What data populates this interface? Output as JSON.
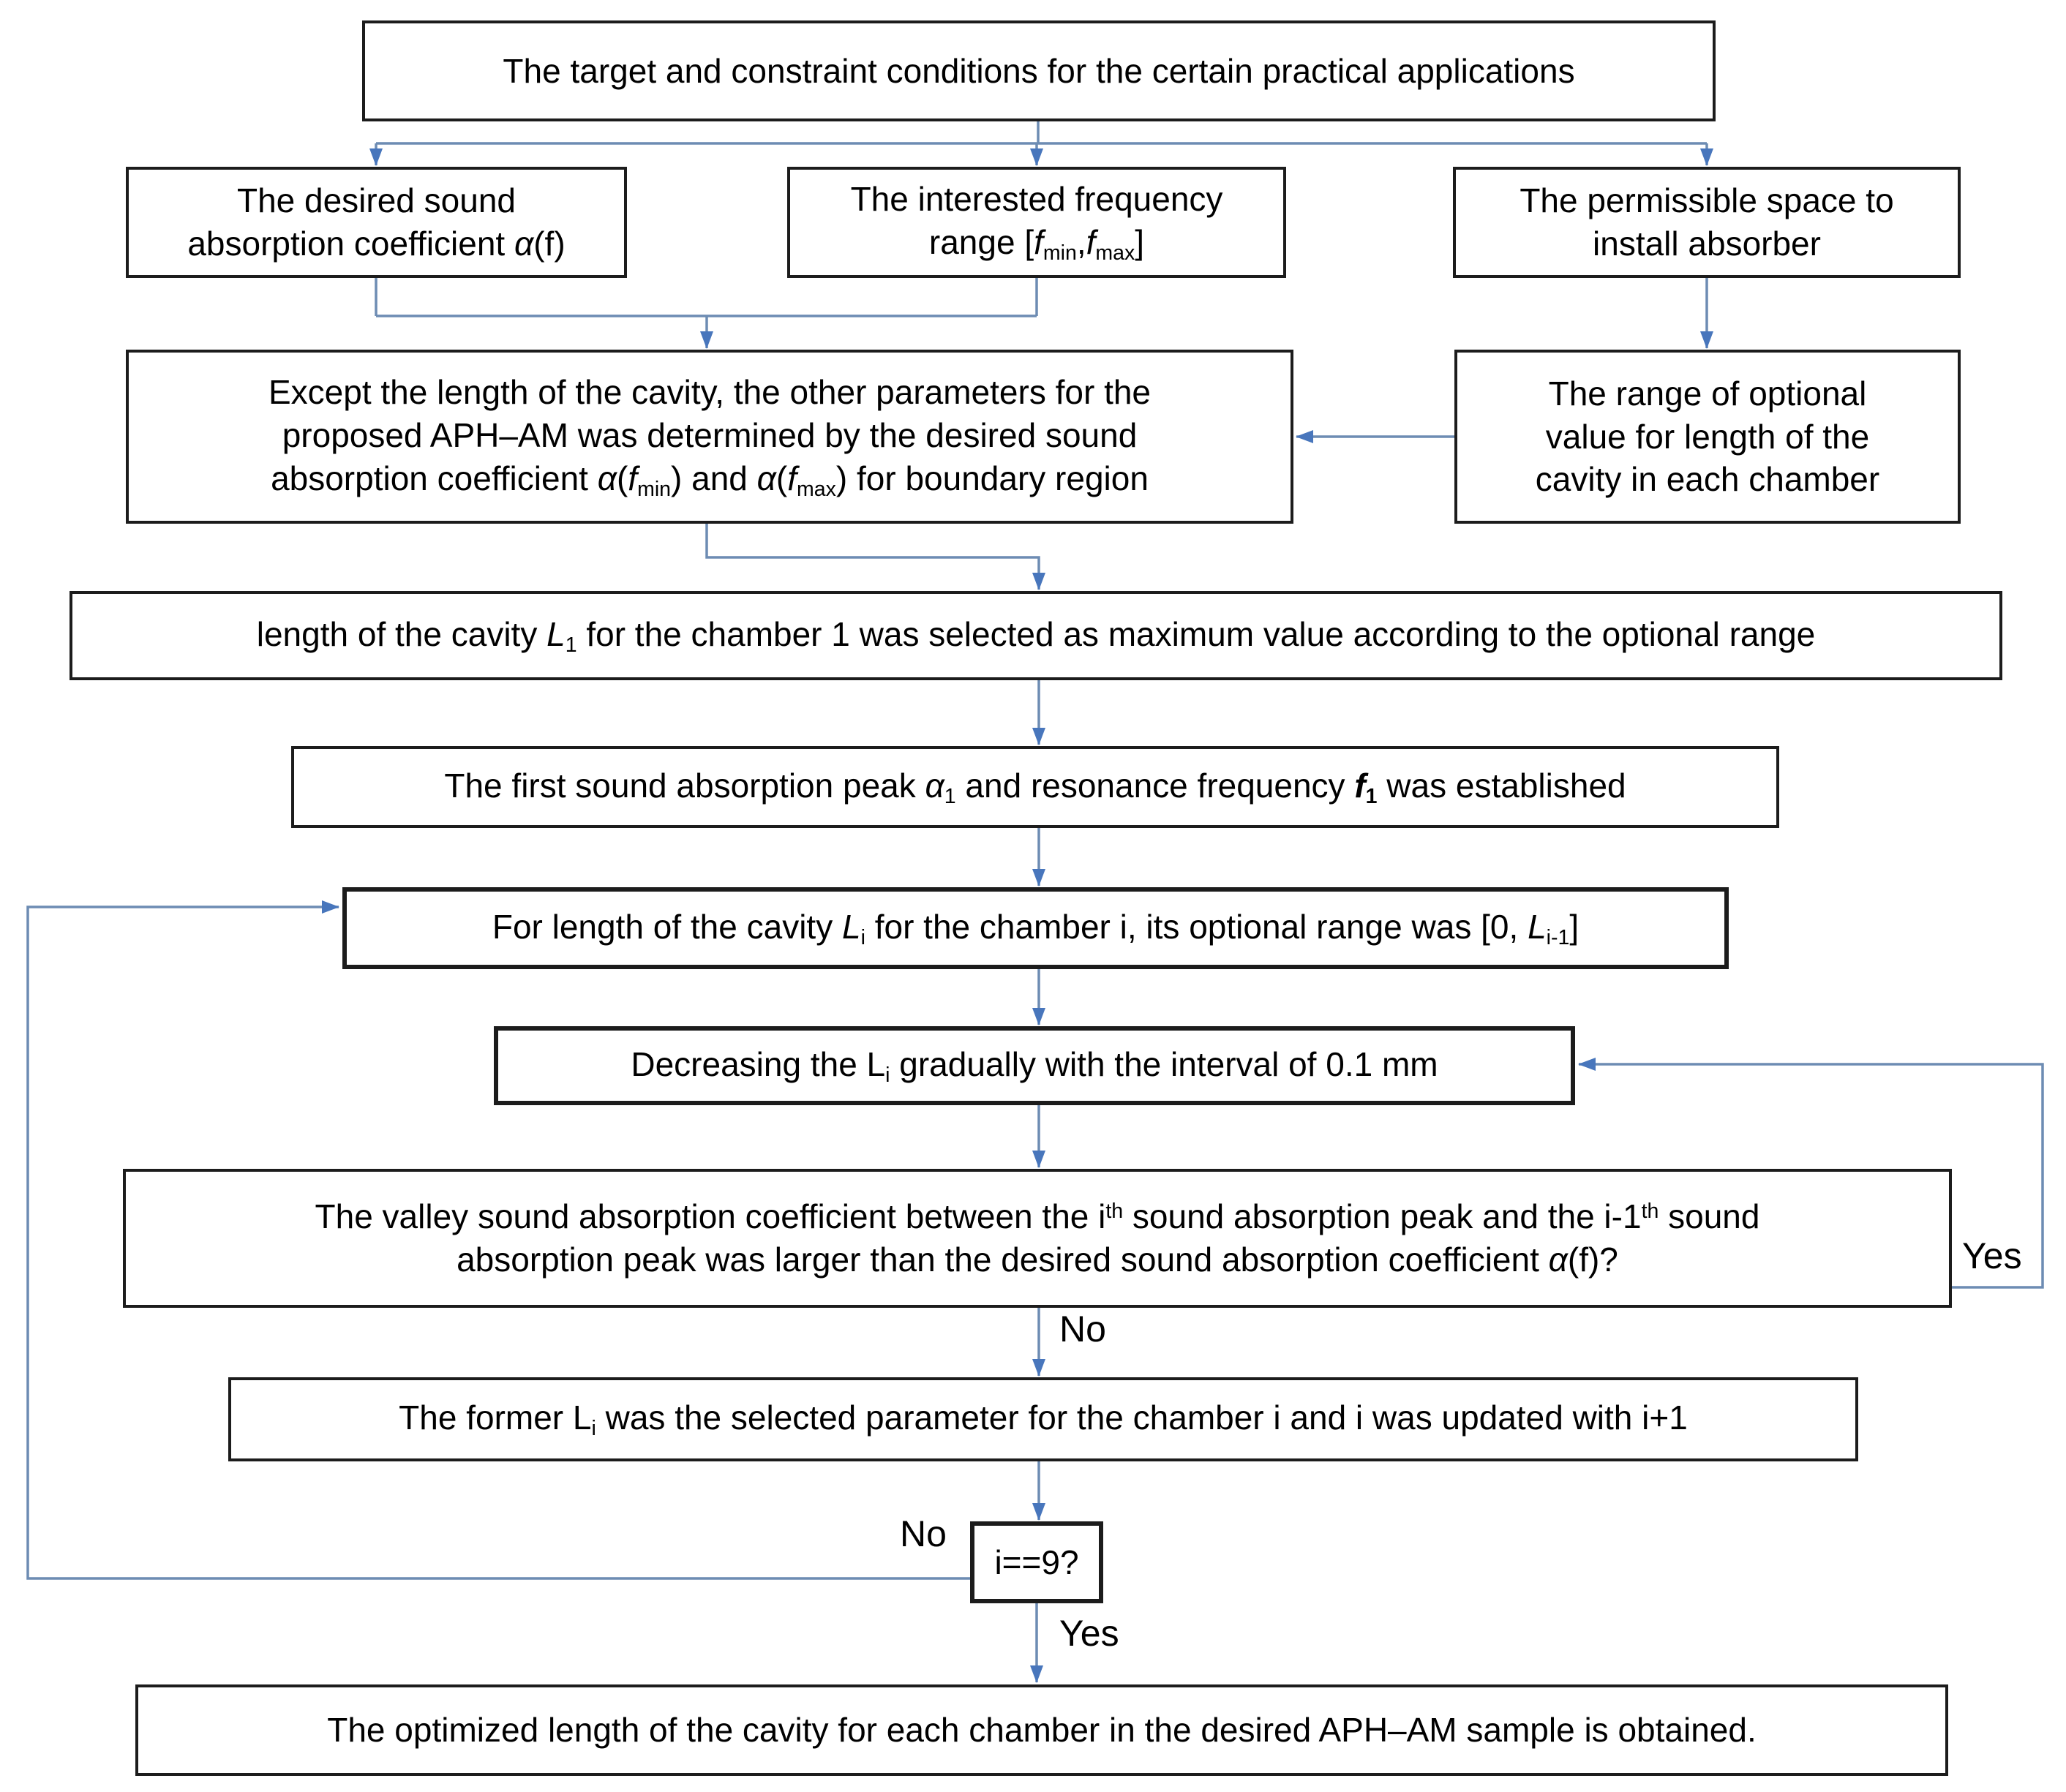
{
  "figure": {
    "type": "flowchart",
    "colors": {
      "box_border": "#1c1c1c",
      "box_fill": "#ffffff",
      "line": "#6d8cb3",
      "arrowhead": "#4876bc",
      "text": "#000000"
    }
  },
  "labels": {
    "yes_loop": "Yes",
    "no_valley": "No",
    "no_i9": "No",
    "yes_i9": "Yes"
  },
  "boxes": {
    "target": {
      "runs": [
        {
          "t": "The target and constraint conditions for the certain practical applications"
        }
      ]
    },
    "desired": {
      "runs": [
        {
          "t": "The desired sound"
        },
        {
          "br": true
        },
        {
          "t": "absorption coefficient "
        },
        {
          "t": "α",
          "s": "i"
        },
        {
          "t": "(f)"
        }
      ]
    },
    "frequency": {
      "runs": [
        {
          "t": "The interested frequency"
        },
        {
          "br": true
        },
        {
          "t": "range ["
        },
        {
          "t": "f",
          "s": "i"
        },
        {
          "t": "min",
          "s": "sub"
        },
        {
          "t": ","
        },
        {
          "t": "f",
          "s": "i"
        },
        {
          "t": "max",
          "s": "sub"
        },
        {
          "t": "]"
        }
      ]
    },
    "space": {
      "runs": [
        {
          "t": "The permissible space to"
        },
        {
          "br": true
        },
        {
          "t": "install absorber"
        }
      ]
    },
    "except": {
      "runs": [
        {
          "t": "Except the length of the cavity, the other parameters for the"
        },
        {
          "br": true
        },
        {
          "t": "proposed APH–AM was determined by the desired sound"
        },
        {
          "br": true
        },
        {
          "t": "absorption coefficient "
        },
        {
          "t": "α",
          "s": "i"
        },
        {
          "t": "("
        },
        {
          "t": "f",
          "s": "i"
        },
        {
          "t": "min",
          "s": "sub"
        },
        {
          "t": ") and "
        },
        {
          "t": "α",
          "s": "i"
        },
        {
          "t": "("
        },
        {
          "t": "f",
          "s": "i"
        },
        {
          "t": "max",
          "s": "sub"
        },
        {
          "t": ") for boundary region"
        }
      ]
    },
    "range": {
      "runs": [
        {
          "t": "The range of optional"
        },
        {
          "br": true
        },
        {
          "t": "value for length of the"
        },
        {
          "br": true
        },
        {
          "t": "cavity in each chamber"
        }
      ]
    },
    "cavity_l1": {
      "runs": [
        {
          "t": "length of the cavity "
        },
        {
          "t": "L",
          "s": "i"
        },
        {
          "t": "1",
          "s": "sub"
        },
        {
          "t": " for the chamber 1 was selected as maximum value according to the optional range"
        }
      ]
    },
    "first_peak": {
      "runs": [
        {
          "t": "The first sound absorption peak "
        },
        {
          "t": "α",
          "s": "i"
        },
        {
          "t": "1",
          "s": "sub"
        },
        {
          "t": " and resonance frequency "
        },
        {
          "t": "f",
          "s": "bi"
        },
        {
          "t": "1",
          "s": "subb"
        },
        {
          "t": " was established"
        }
      ]
    },
    "for_length": {
      "runs": [
        {
          "t": "For length of the cavity "
        },
        {
          "t": "L",
          "s": "i"
        },
        {
          "t": "i",
          "s": "sub"
        },
        {
          "t": " for the chamber i, its optional range was [0, "
        },
        {
          "t": "L",
          "s": "i"
        },
        {
          "t": "i-1",
          "s": "sub"
        },
        {
          "t": "]"
        }
      ]
    },
    "decreasing": {
      "runs": [
        {
          "t": "Decreasing the L"
        },
        {
          "t": "i",
          "s": "sub"
        },
        {
          "t": " gradually with the interval of 0.1 mm"
        }
      ]
    },
    "valley": {
      "runs": [
        {
          "t": "The valley sound absorption coefficient between the i"
        },
        {
          "t": "th",
          "s": "sup"
        },
        {
          "t": " sound absorption peak and the i-1"
        },
        {
          "t": "th",
          "s": "sup"
        },
        {
          "t": " sound"
        },
        {
          "br": true
        },
        {
          "t": "absorption peak was larger than the desired sound absorption coefficient "
        },
        {
          "t": "α",
          "s": "i"
        },
        {
          "t": "(f)?"
        }
      ]
    },
    "former": {
      "runs": [
        {
          "t": "The former L"
        },
        {
          "t": "i",
          "s": "sub"
        },
        {
          "t": " was the selected parameter for the chamber i and i was updated with i+1"
        }
      ]
    },
    "i9": {
      "runs": [
        {
          "t": "i==9?"
        }
      ]
    },
    "final": {
      "runs": [
        {
          "t": "The optimized length of the cavity for each chamber in the desired APH–AM sample is obtained."
        }
      ]
    }
  }
}
